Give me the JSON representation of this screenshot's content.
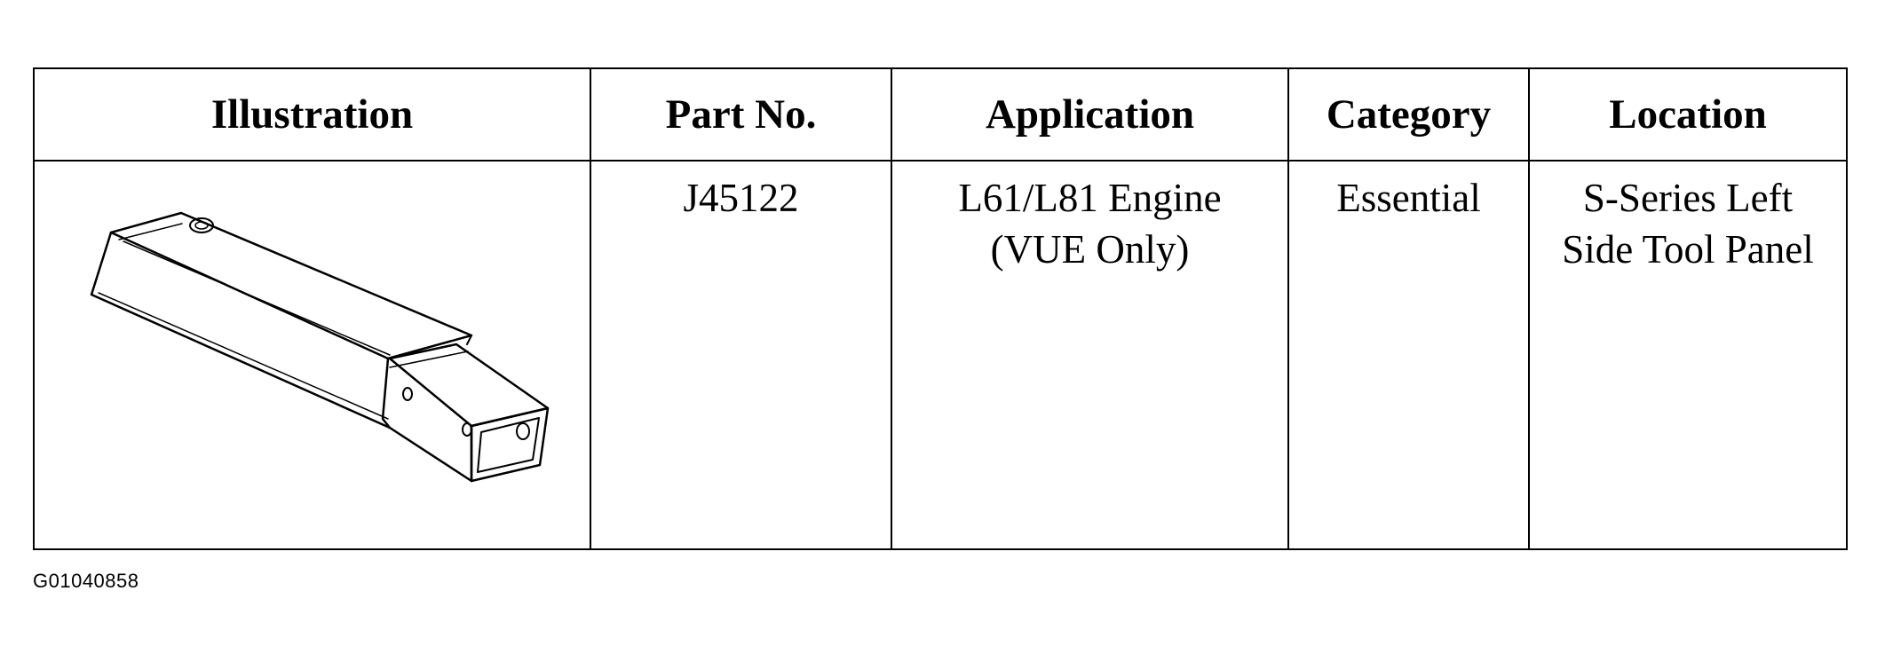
{
  "table": {
    "headers": {
      "illustration": "Illustration",
      "part_no": "Part No.",
      "application": "Application",
      "category": "Category",
      "location": "Location"
    },
    "row": {
      "part_no": "J45122",
      "application_line1": "L61/L81 Engine",
      "application_line2": "(VUE Only)",
      "category": "Essential",
      "location_line1": "S-Series Left",
      "location_line2": "Side Tool Panel"
    }
  },
  "figure_id": "G01040858",
  "icons": {
    "illustration": "square-tube-tool-icon"
  }
}
